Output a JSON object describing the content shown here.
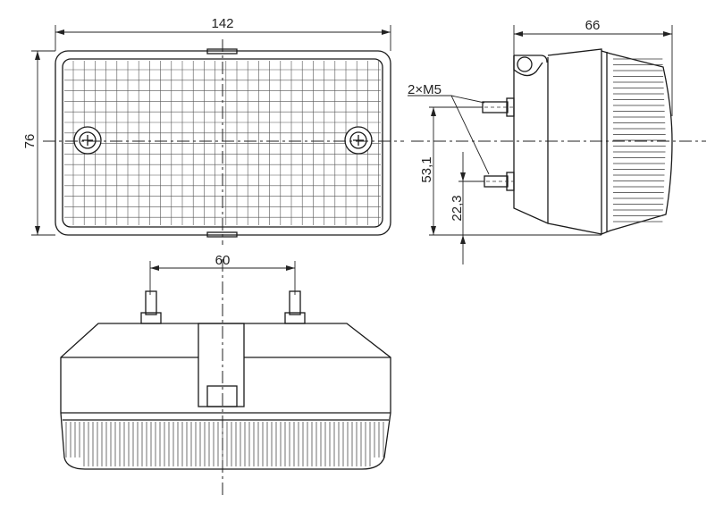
{
  "dimensions": {
    "front_width": "142",
    "front_height": "76",
    "side_depth": "66",
    "mount_studs": "2×M5",
    "upper_stud_height": "53,1",
    "lower_stud_height": "22,3",
    "stud_spacing": "60"
  }
}
